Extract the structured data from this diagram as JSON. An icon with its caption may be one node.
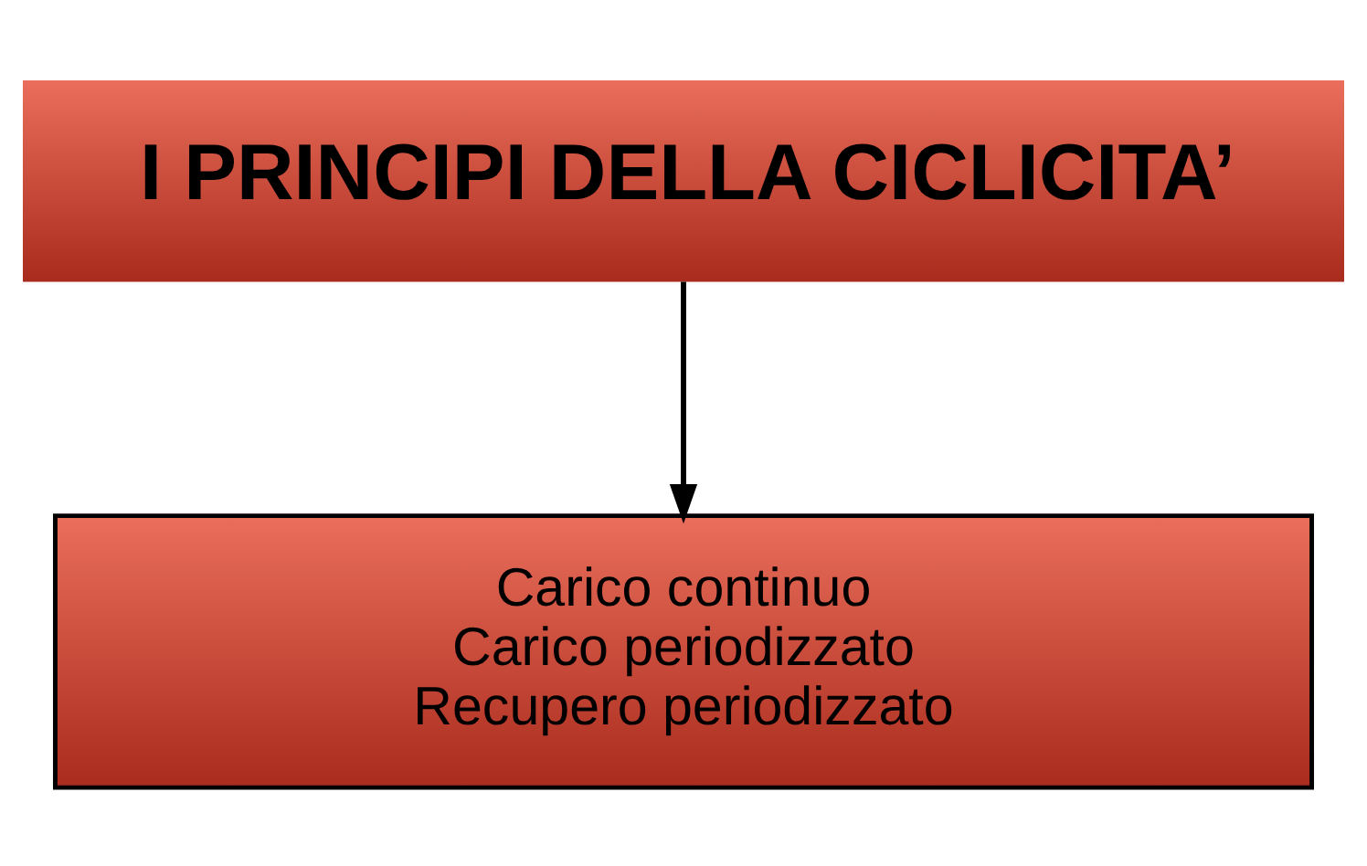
{
  "diagram": {
    "nodes": [
      {
        "text": [
          "I PRINCIPI DELLA CICLICITA’"
        ]
      },
      {
        "text": [
          "Carico continuo",
          "Carico periodizzato",
          "Recupero periodizzato"
        ]
      }
    ],
    "edges": [
      {
        "from": 0,
        "to": 1,
        "arrow": "to"
      }
    ]
  }
}
